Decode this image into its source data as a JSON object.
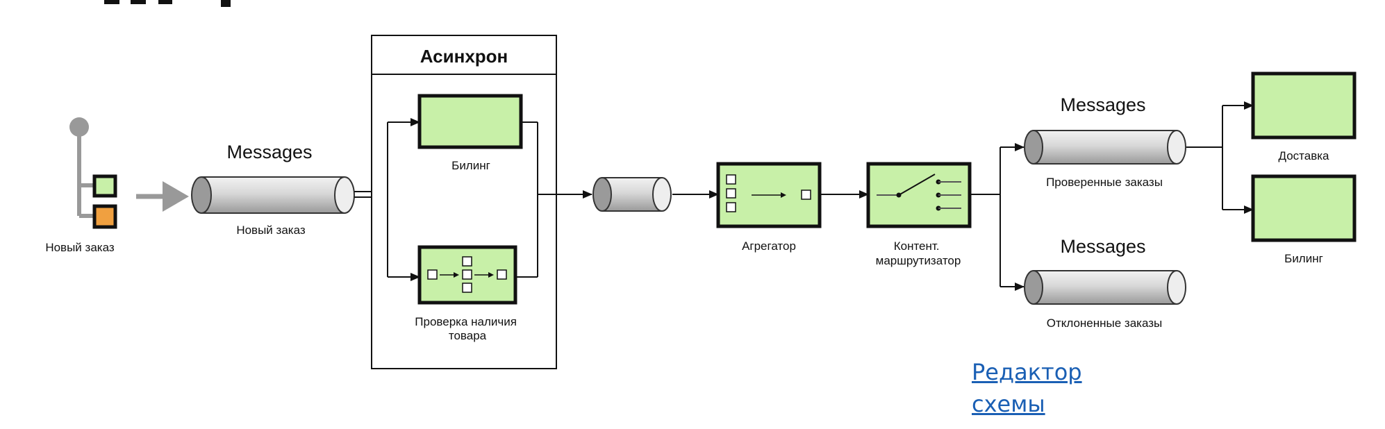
{
  "source": {
    "label": "Новый заказ"
  },
  "channels": {
    "new_order": {
      "title": "Messages",
      "label": "Новый заказ"
    },
    "verified": {
      "title": "Messages",
      "label": "Проверенные заказы"
    },
    "rejected": {
      "title": "Messages",
      "label": "Отклоненные заказы"
    }
  },
  "async_group": {
    "title": "Асинхрон"
  },
  "processors": {
    "billing_async": "Билинг",
    "stock_check": "Проверка наличия\nтовара",
    "aggregator": "Агрегатор",
    "router": "Контент.\nмаршрутизатор",
    "delivery": "Доставка",
    "billing_final": "Билинг"
  },
  "editor_link": {
    "line1": "Редактор",
    "line2": "схемы"
  },
  "colors": {
    "node_fill": "#c8f0a8",
    "node_border": "#111111",
    "channel_light": "#eeeeee",
    "channel_dark": "#9a9a9a",
    "source_orange": "#f0a040",
    "link": "#1a5fb4"
  }
}
